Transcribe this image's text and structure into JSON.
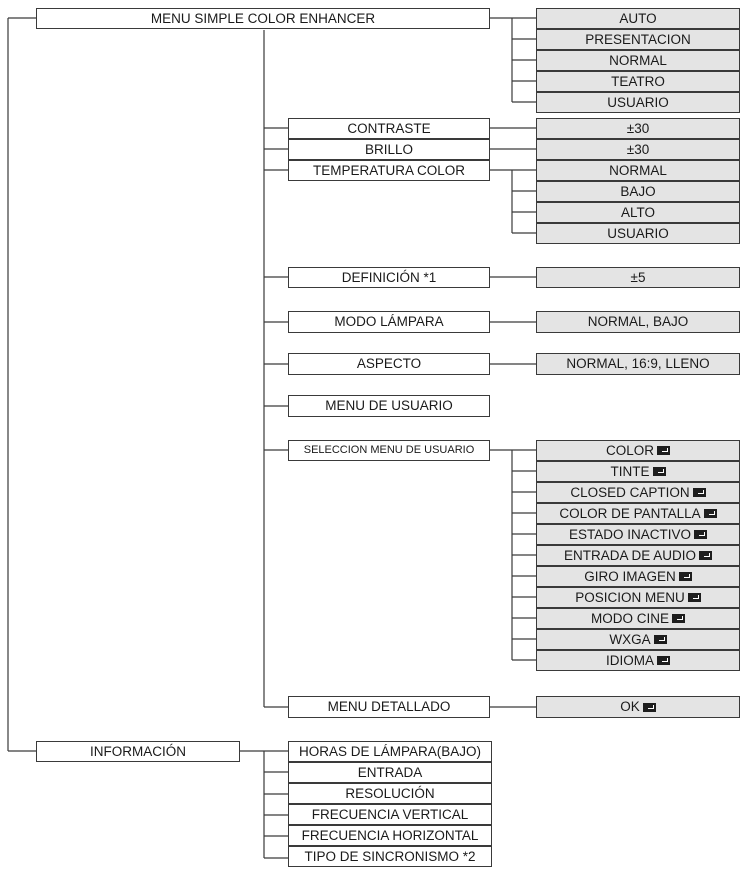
{
  "root_items": {
    "menu_simple": "MENU SIMPLE COLOR ENHANCER",
    "informacion": "INFORMACIÓN"
  },
  "color_enhancer_options": [
    "AUTO",
    "PRESENTACION",
    "NORMAL",
    "TEATRO",
    "USUARIO"
  ],
  "menu_items": {
    "contraste": "CONTRASTE",
    "brillo": "BRILLO",
    "temperatura_color": "TEMPERATURA COLOR",
    "definicion": "DEFINICIÓN *1",
    "modo_lampara": "MODO LÁMPARA",
    "aspecto": "ASPECTO",
    "menu_usuario": "MENU DE USUARIO",
    "seleccion_menu_usuario": "SELECCION MENU DE USUARIO",
    "menu_detallado": "MENU DETALLADO"
  },
  "values": {
    "contraste": "±30",
    "brillo": "±30",
    "definicion": "±5",
    "modo_lampara": "NORMAL, BAJO",
    "aspecto": "NORMAL, 16:9, LLENO",
    "menu_detallado": "OK"
  },
  "temperatura_options": [
    "NORMAL",
    "BAJO",
    "ALTO",
    "USUARIO"
  ],
  "seleccion_options": [
    "COLOR",
    "TINTE",
    "CLOSED CAPTION",
    "COLOR DE PANTALLA",
    "ESTADO INACTIVO",
    "ENTRADA DE AUDIO",
    "GIRO IMAGEN",
    "POSICION MENU",
    "MODO CINE",
    "WXGA",
    "IDIOMA"
  ],
  "informacion_items": [
    "HORAS DE LÁMPARA(BAJO)",
    "ENTRADA",
    "RESOLUCIÓN",
    "FRECUENCIA VERTICAL",
    "FRECUENCIA HORIZONTAL",
    "TIPO DE SINCRONISMO *2"
  ],
  "icons": {
    "enter": "enter-key-icon"
  },
  "colors": {
    "option_fill": "#e4e4e4",
    "line": "#3a3a3a"
  }
}
